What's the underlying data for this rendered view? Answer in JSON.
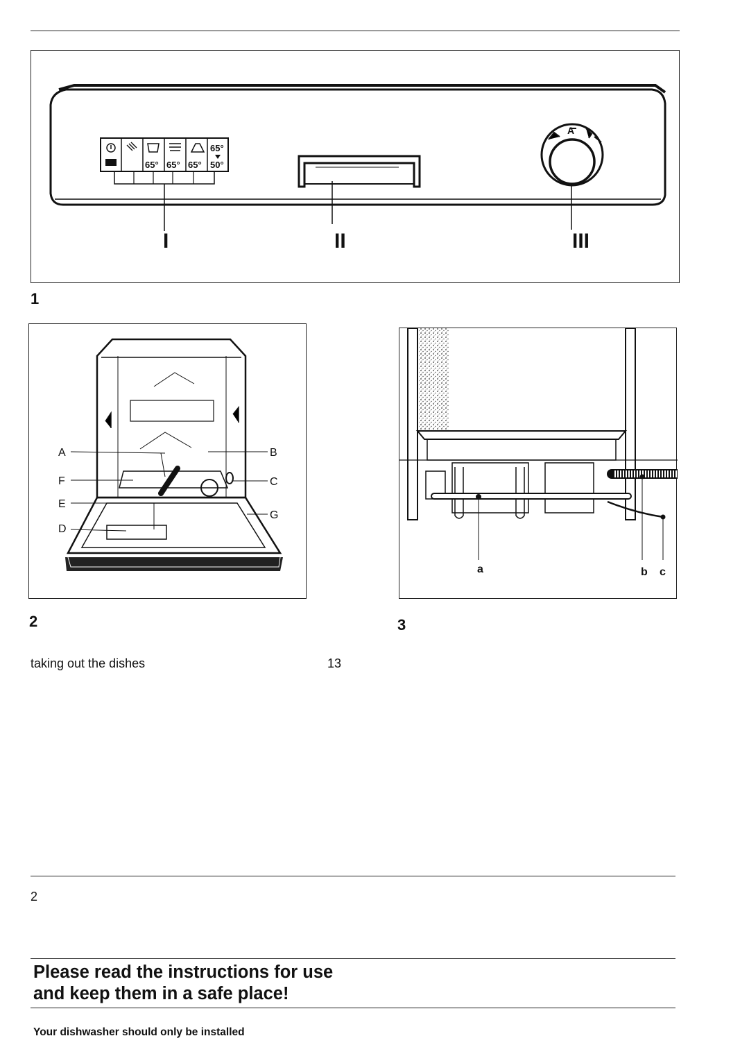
{
  "figure1": {
    "number": "1",
    "labels": [
      "I",
      "II",
      "III"
    ],
    "panel_temps": [
      "65°",
      "65°",
      "65°",
      "65°",
      "50°"
    ],
    "dial_mark": "A"
  },
  "figure2": {
    "number": "2",
    "callouts": [
      "A",
      "B",
      "F",
      "C",
      "E",
      "G",
      "D"
    ]
  },
  "figure3": {
    "number": "3",
    "callouts": [
      "a",
      "b",
      "c"
    ]
  },
  "toc": {
    "entry": "taking out the dishes",
    "page": "13"
  },
  "page_number": "2",
  "headline": {
    "line1": "Please read the instructions for use",
    "line2": "and keep them in a safe place!"
  },
  "footer_text": "Your dishwasher should only be installed"
}
